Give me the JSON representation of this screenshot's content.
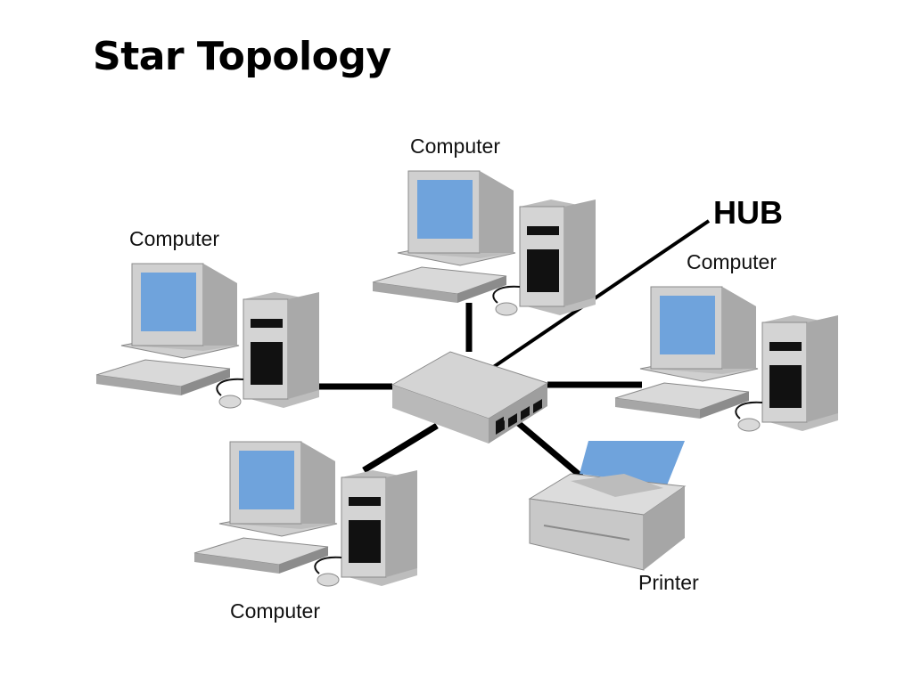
{
  "title": "Star Topology",
  "diagram": {
    "hub_label": "HUB",
    "nodes": [
      {
        "id": "computer-top",
        "label": "Computer",
        "type": "computer"
      },
      {
        "id": "computer-left",
        "label": "Computer",
        "type": "computer"
      },
      {
        "id": "computer-right",
        "label": "Computer",
        "type": "computer"
      },
      {
        "id": "computer-bottom",
        "label": "Computer",
        "type": "computer"
      },
      {
        "id": "printer",
        "label": "Printer",
        "type": "printer"
      }
    ],
    "colors": {
      "screen": "#6fa3dc",
      "device_gray": "#c8c8c8",
      "cable": "#000000",
      "paper": "#6fa3dc"
    }
  }
}
